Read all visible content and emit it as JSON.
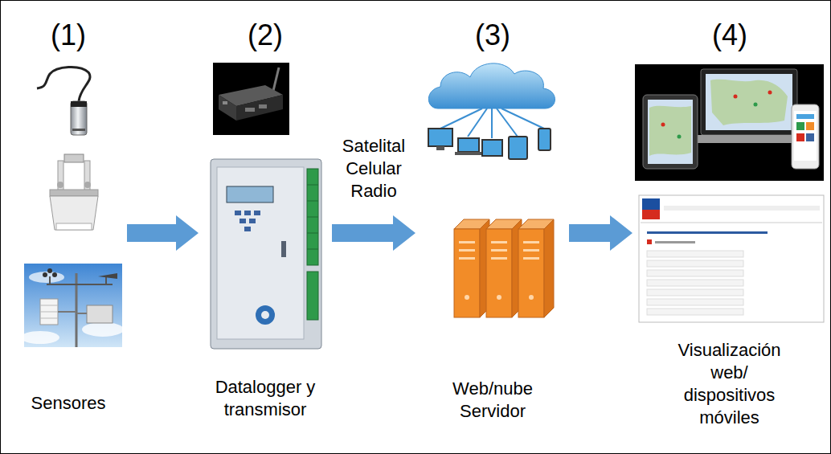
{
  "diagram": {
    "nodes": [
      {
        "text": [
          "(1)",
          "Sensores"
        ]
      },
      {
        "text": [
          "(2)",
          "Datalogger y transmisor"
        ]
      },
      {
        "text": [
          "(3)",
          "Web/nube Servidor"
        ]
      },
      {
        "text": [
          "(4)",
          "Visualización web/ dispositivos móviles"
        ]
      }
    ],
    "edges": [
      {
        "from": 0,
        "to": 1,
        "arrow": "to"
      },
      {
        "from": 1,
        "to": 2,
        "arrow": "to",
        "label": "Satelital Celular Radio"
      },
      {
        "from": 2,
        "to": 3,
        "arrow": "to"
      }
    ]
  }
}
